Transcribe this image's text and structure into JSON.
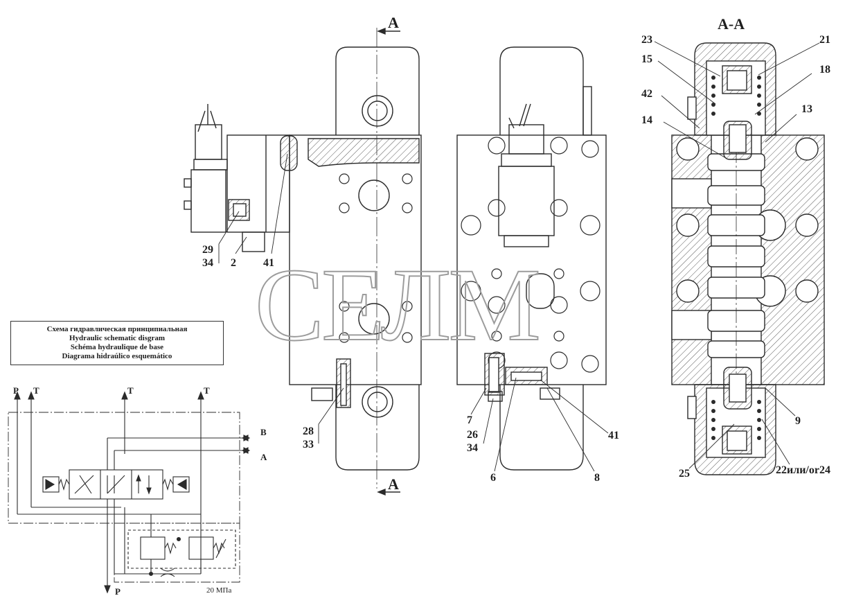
{
  "section_titles": {
    "view_arrow_top": "A",
    "view_arrow_bottom": "A",
    "section": "A-A"
  },
  "watermark": "СЕЛМ",
  "legend": {
    "ru": "Схема гидравлическая принципиальная",
    "en": "Hydraulic schematic disgram",
    "fr": "Schéma hydraulique de base",
    "es": "Diagrama hidraúlico esquemático"
  },
  "ports": {
    "p_top": "P",
    "t_top_1": "T",
    "t_top_2": "T",
    "t_top_3": "T",
    "b": "B",
    "a": "A",
    "p_bottom": "P"
  },
  "pressure_note": "20 МПа",
  "callouts": {
    "c29": "29",
    "c34a": "34",
    "c2": "2",
    "c41a": "41",
    "c28": "28",
    "c33": "33",
    "c7": "7",
    "c26": "26",
    "c34b": "34",
    "c6": "6",
    "c8": "8",
    "c41b": "41",
    "c23": "23",
    "c21": "21",
    "c15": "15",
    "c18": "18",
    "c42": "42",
    "c13": "13",
    "c14": "14",
    "c9": "9",
    "c25": "25",
    "c22": "22или/or24"
  },
  "colors": {
    "line": "#2b2b2b",
    "hatch": "#5a5a5a",
    "watermark": "#9c9c9c"
  }
}
